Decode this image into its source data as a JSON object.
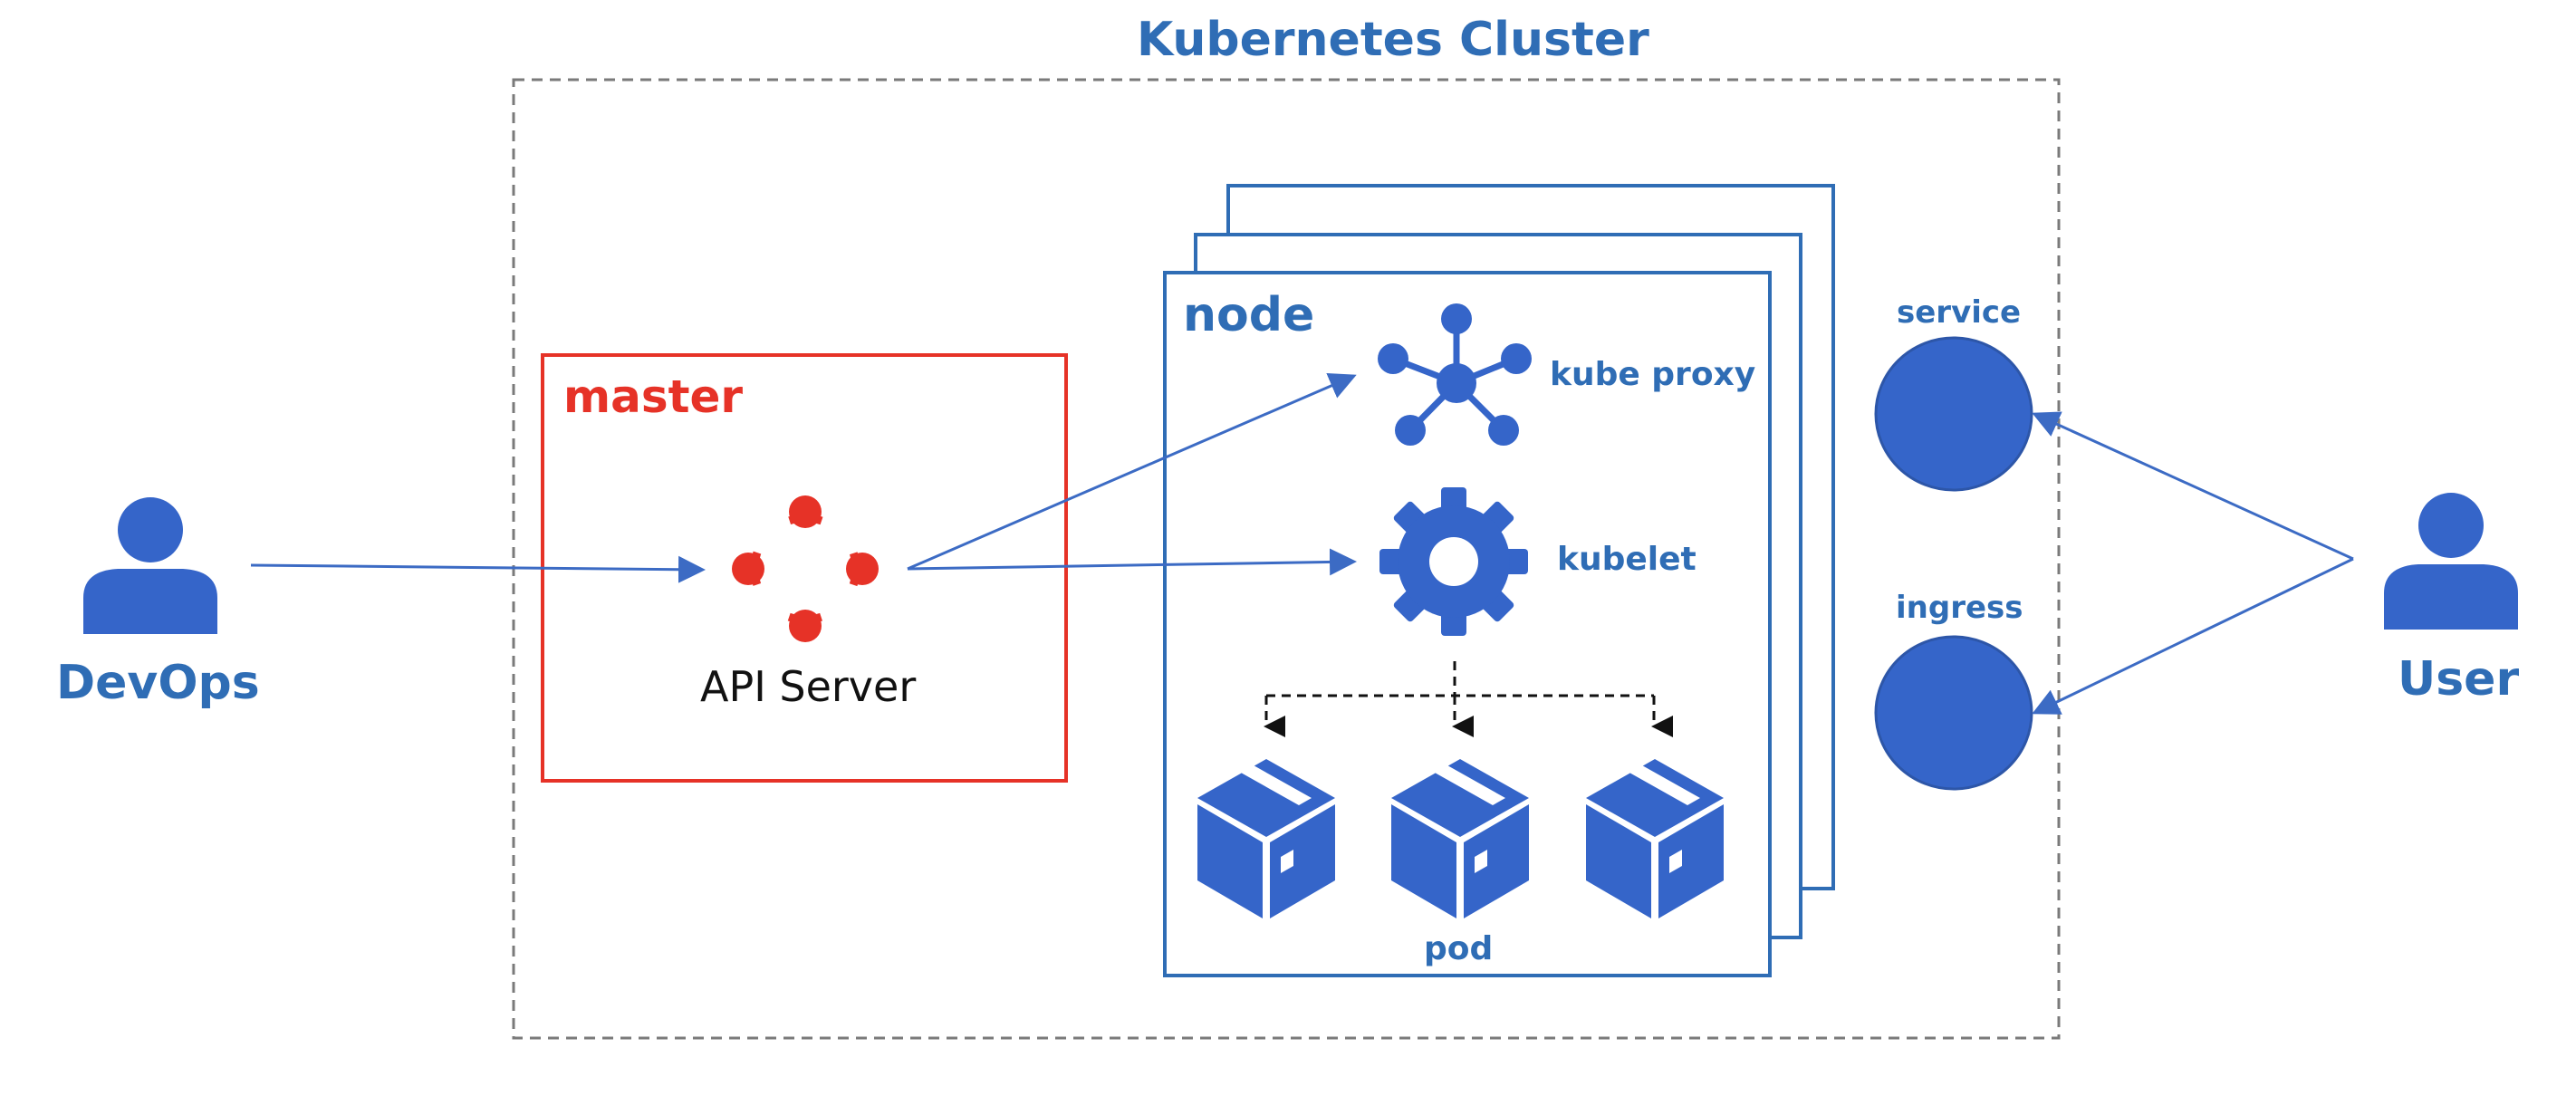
{
  "diagram": {
    "cluster": {
      "title": "Kubernetes Cluster"
    },
    "master": {
      "title": "master",
      "api_server_label": "API Server"
    },
    "node": {
      "title": "node",
      "kube_proxy_label": "kube proxy",
      "kubelet_label": "kubelet",
      "pod_label": "pod"
    },
    "service_label": "service",
    "ingress_label": "ingress",
    "devops_label": "DevOps",
    "user_label": "User"
  },
  "colors": {
    "blue": "#2f6db5",
    "icon_blue": "#3565c9",
    "red": "#e63227",
    "dashed_border": "#7a7a7a"
  },
  "icons": [
    "person-icon",
    "api-server-icon",
    "network-hub-icon",
    "gear-icon",
    "box-icon",
    "circle-icon"
  ]
}
